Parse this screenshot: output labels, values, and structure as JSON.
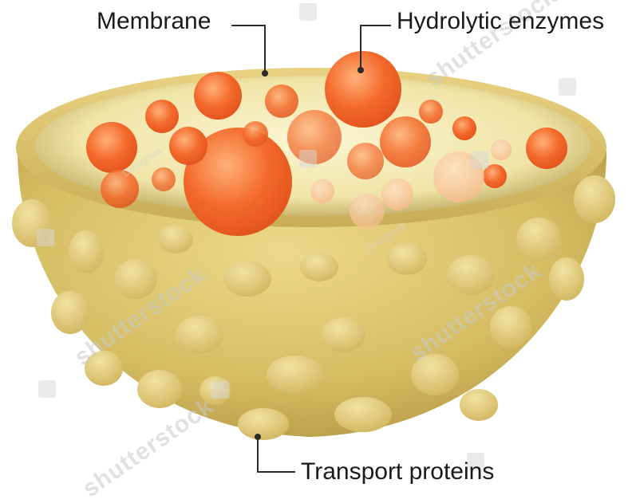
{
  "labels": {
    "membrane": "Membrane",
    "hydrolytic_enzymes": "Hydrolytic enzymes",
    "transport_proteins": "Transport proteins"
  },
  "watermark": {
    "brand": "shutterstock",
    "designer": "Designua"
  },
  "colors": {
    "shell": "#d9c168",
    "shell_dark": "#b89a3d",
    "interior": "#f4ecb8",
    "enzyme": "#f26a2e",
    "line": "#2a2a2a"
  }
}
